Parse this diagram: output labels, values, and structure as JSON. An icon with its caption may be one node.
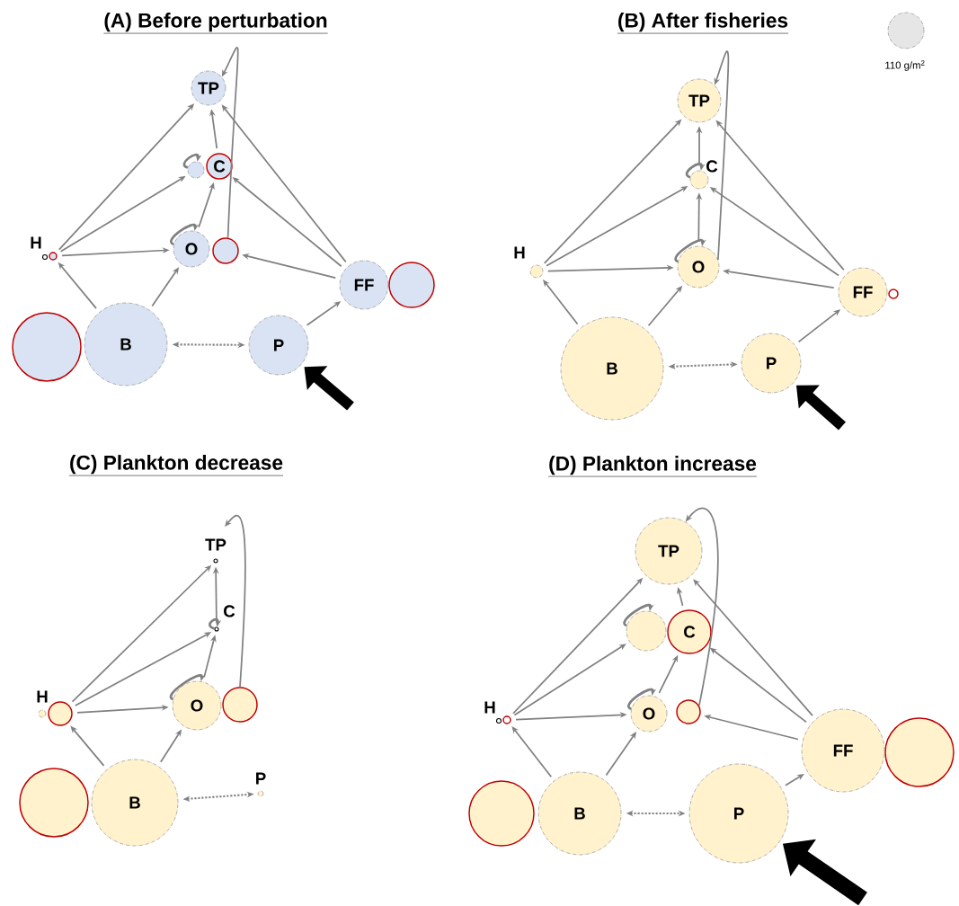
{
  "diagram": {
    "nodes": [
      {
        "text": [
          "TP"
        ]
      },
      {
        "text": [],
        "shape": "circle"
      },
      {
        "text": [
          "C"
        ]
      },
      {
        "text": [
          "O"
        ]
      },
      {
        "text": [],
        "shape": "circle"
      },
      {
        "text": [
          "H"
        ]
      },
      {
        "text": [],
        "shape": "circle"
      },
      {
        "text": [
          "FF"
        ]
      },
      {
        "text": [],
        "shape": "circle"
      },
      {
        "text": [],
        "shape": "circle"
      },
      {
        "text": [
          "B"
        ]
      },
      {
        "text": [
          "P"
        ]
      },
      {
        "text": [
          "TP"
        ]
      },
      {
        "text": [
          "C"
        ]
      },
      {
        "text": [
          "O"
        ]
      },
      {
        "text": [
          "H"
        ]
      },
      {
        "text": [
          "FF"
        ]
      },
      {
        "text": [],
        "shape": "circle"
      },
      {
        "text": [
          "B"
        ]
      },
      {
        "text": [
          "P"
        ]
      },
      {
        "text": [
          "TP"
        ]
      },
      {
        "text": [
          "C"
        ]
      },
      {
        "text": [
          "O"
        ]
      },
      {
        "text": [],
        "shape": "circle"
      },
      {
        "text": [
          "H"
        ]
      },
      {
        "text": [],
        "shape": "circle"
      },
      {
        "text": [],
        "shape": "circle"
      },
      {
        "text": [
          "B"
        ]
      },
      {
        "text": [
          "P"
        ]
      },
      {
        "text": [
          "TP"
        ]
      },
      {
        "text": [],
        "shape": "circle"
      },
      {
        "text": [
          "C"
        ]
      },
      {
        "text": [
          "O"
        ]
      },
      {
        "text": [],
        "shape": "circle"
      },
      {
        "text": [
          "H"
        ]
      },
      {
        "text": [],
        "shape": "circle"
      },
      {
        "text": [
          "FF"
        ]
      },
      {
        "text": [],
        "shape": "circle"
      },
      {
        "text": [],
        "shape": "circle"
      },
      {
        "text": [
          "B"
        ]
      },
      {
        "text": [
          "P"
        ]
      }
    ],
    "edges": [
      {
        "from": 6,
        "to": 0,
        "arrow": "to"
      },
      {
        "from": 6,
        "to": 1,
        "arrow": "to"
      },
      {
        "from": 6,
        "to": 3,
        "arrow": "to"
      },
      {
        "from": 10,
        "to": 6,
        "arrow": "to"
      },
      {
        "from": 10,
        "to": 3,
        "arrow": "to"
      },
      {
        "from": 10,
        "to": 11,
        "arrow": "both",
        "style": "dashed"
      },
      {
        "from": 11,
        "to": 7,
        "arrow": "to"
      },
      {
        "from": 7,
        "to": 4,
        "arrow": "to"
      },
      {
        "from": 7,
        "to": 2,
        "arrow": "to"
      },
      {
        "from": 7,
        "to": 0,
        "arrow": "to"
      },
      {
        "from": 3,
        "to": 2,
        "arrow": "to"
      },
      {
        "from": 2,
        "to": 0,
        "arrow": "to"
      },
      {
        "from": 4,
        "to": 0,
        "arrow": "to"
      },
      {
        "from": 3,
        "to": 3,
        "arrow": "to"
      },
      {
        "from": 1,
        "to": 1,
        "arrow": "to"
      },
      {
        "from": null,
        "to": 11,
        "arrow": "to",
        "style": "thick",
        "color": "#000000"
      },
      {
        "from": 15,
        "to": 12,
        "arrow": "to"
      },
      {
        "from": 15,
        "to": 13,
        "arrow": "to"
      },
      {
        "from": 15,
        "to": 14,
        "arrow": "to"
      },
      {
        "from": 18,
        "to": 15,
        "arrow": "to"
      },
      {
        "from": 18,
        "to": 14,
        "arrow": "to"
      },
      {
        "from": 18,
        "to": 19,
        "arrow": "both",
        "style": "dashed"
      },
      {
        "from": 19,
        "to": 16,
        "arrow": "to"
      },
      {
        "from": 16,
        "to": 14,
        "arrow": "to"
      },
      {
        "from": 16,
        "to": 13,
        "arrow": "to"
      },
      {
        "from": 16,
        "to": 12,
        "arrow": "to"
      },
      {
        "from": 14,
        "to": 13,
        "arrow": "to"
      },
      {
        "from": 13,
        "to": 12,
        "arrow": "to"
      },
      {
        "from": 14,
        "to": 12,
        "arrow": "to"
      },
      {
        "from": 14,
        "to": 14,
        "arrow": "to"
      },
      {
        "from": 13,
        "to": 13,
        "arrow": "to"
      },
      {
        "from": null,
        "to": 19,
        "arrow": "to",
        "style": "thick",
        "color": "#000000"
      },
      {
        "from": 25,
        "to": 20,
        "arrow": "to"
      },
      {
        "from": 25,
        "to": 21,
        "arrow": "to"
      },
      {
        "from": 25,
        "to": 22,
        "arrow": "to"
      },
      {
        "from": 27,
        "to": 25,
        "arrow": "to"
      },
      {
        "from": 27,
        "to": 22,
        "arrow": "to"
      },
      {
        "from": 27,
        "to": 28,
        "arrow": "both",
        "style": "dashed"
      },
      {
        "from": 22,
        "to": 21,
        "arrow": "to"
      },
      {
        "from": 21,
        "to": 20,
        "arrow": "to"
      },
      {
        "from": 23,
        "to": 20,
        "arrow": "to"
      },
      {
        "from": 22,
        "to": 22,
        "arrow": "to"
      },
      {
        "from": 21,
        "to": 21,
        "arrow": "to"
      },
      {
        "from": 35,
        "to": 29,
        "arrow": "to"
      },
      {
        "from": 35,
        "to": 30,
        "arrow": "to"
      },
      {
        "from": 35,
        "to": 32,
        "arrow": "to"
      },
      {
        "from": 39,
        "to": 35,
        "arrow": "to"
      },
      {
        "from": 39,
        "to": 32,
        "arrow": "to"
      },
      {
        "from": 39,
        "to": 40,
        "arrow": "both",
        "style": "dashed"
      },
      {
        "from": 40,
        "to": 36,
        "arrow": "to"
      },
      {
        "from": 36,
        "to": 33,
        "arrow": "to"
      },
      {
        "from": 36,
        "to": 31,
        "arrow": "to"
      },
      {
        "from": 36,
        "to": 29,
        "arrow": "to"
      },
      {
        "from": 32,
        "to": 31,
        "arrow": "to"
      },
      {
        "from": 31,
        "to": 29,
        "arrow": "to"
      },
      {
        "from": 33,
        "to": 29,
        "arrow": "to"
      },
      {
        "from": 32,
        "to": 32,
        "arrow": "to"
      },
      {
        "from": 30,
        "to": 30,
        "arrow": "to"
      },
      {
        "from": null,
        "to": 40,
        "arrow": "to",
        "style": "thick",
        "color": "#000000"
      }
    ],
    "labels": [
      "(A) Before perturbation",
      "(B) After fisheries",
      "(C) Plankton decrease",
      "(D) Plankton increase"
    ],
    "legend": [
      {
        "text": "110 g/m$^{2}$"
      }
    ]
  }
}
